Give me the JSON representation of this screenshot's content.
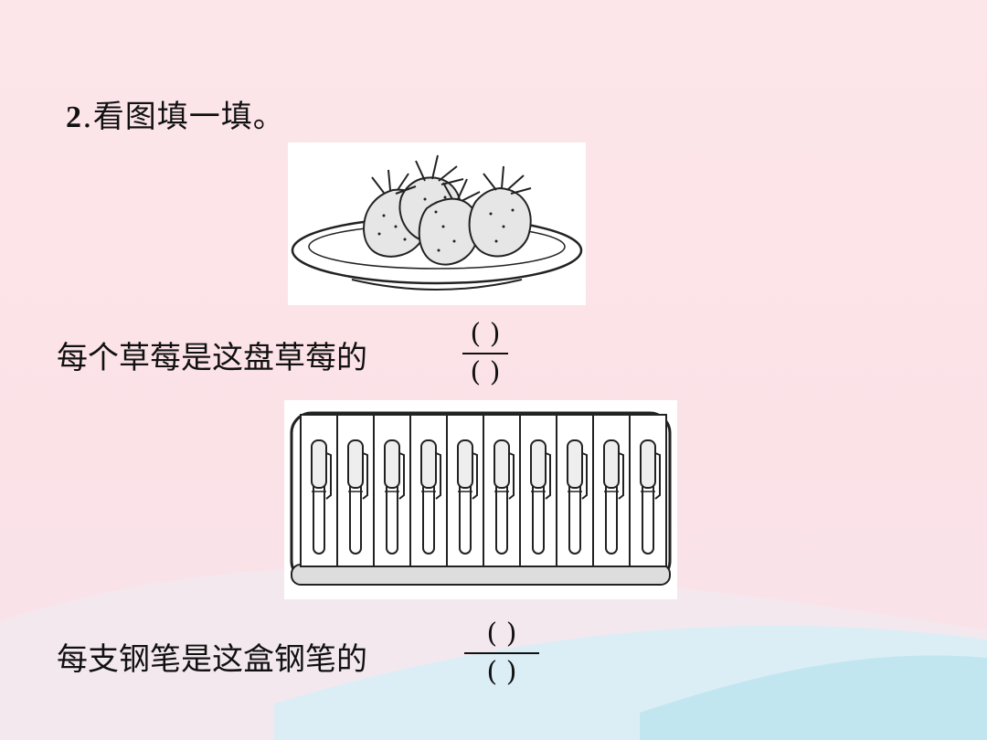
{
  "title": {
    "number": "2",
    "text": ".看图填一填。"
  },
  "questions": [
    {
      "text": "每个草莓是这盘草莓的",
      "numerator": "(  )",
      "denominator": "(  )"
    },
    {
      "text": "每支钢笔是这盒钢笔的",
      "numerator": "(   )",
      "denominator": "(      )"
    }
  ],
  "images": [
    {
      "icon": "strawberry-plate-illustration",
      "count": 4
    },
    {
      "icon": "pen-box-illustration",
      "count": 10
    }
  ]
}
